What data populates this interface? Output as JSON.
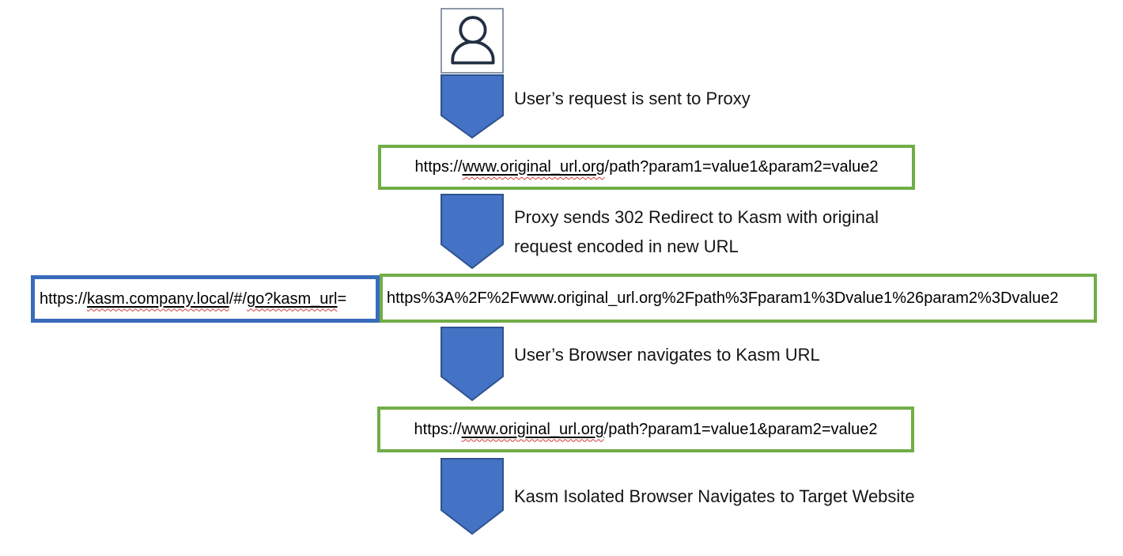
{
  "colors": {
    "arrow_fill": "#4472C4",
    "arrow_stroke": "#2F528F",
    "green_border": "#70AD47",
    "blue_border": "#3A6BBB",
    "icon_stroke": "#223043",
    "icon_box_border": "#8C99A9",
    "spellcheck_red": "#D43B3B",
    "text": "#141414"
  },
  "icons": {
    "user": "user-person-icon"
  },
  "steps": [
    {
      "label": "User’s request is sent to Proxy"
    },
    {
      "line1": "Proxy sends 302 Redirect to Kasm with original",
      "line2": "request encoded in new URL"
    },
    {
      "label": "User’s Browser navigates to Kasm URL"
    },
    {
      "label": "Kasm Isolated Browser Navigates to Target Website"
    }
  ],
  "boxes": {
    "original_url_1": {
      "full_text": "https://www.original_url.org/path?param1=value1&param2=value2",
      "segments": [
        {
          "text": "https://",
          "style": "plain"
        },
        {
          "text": "www.original_url.org",
          "style": "underline-misspelled"
        },
        {
          "text": "/path?param1=value1&param2=value2",
          "style": "plain"
        }
      ]
    },
    "kasm_prefix": {
      "full_text": "https://kasm.company.local/#/go?kasm_url=",
      "segments": [
        {
          "text": "https://",
          "style": "plain"
        },
        {
          "text": "kasm.company.local",
          "style": "underline-misspelled"
        },
        {
          "text": "/#/",
          "style": "plain"
        },
        {
          "text": "go?kasm_url",
          "style": "underline-misspelled"
        },
        {
          "text": "=",
          "style": "plain"
        }
      ]
    },
    "encoded_url": {
      "full_text": "https%3A%2F%2Fwww.original_url.org%2Fpath%3Fparam1%3Dvalue1%26param2%3Dvalue2",
      "segments": [
        {
          "text": "https%3A%2F%2Fwww.original_url.org%2Fpath%3Fparam1%3Dvalue1%26param2%3Dvalue2",
          "style": "plain"
        }
      ]
    },
    "original_url_2": {
      "full_text": "https://www.original_url.org/path?param1=value1&param2=value2",
      "segments": [
        {
          "text": "https://",
          "style": "plain"
        },
        {
          "text": "www.original_url.org",
          "style": "underline-misspelled"
        },
        {
          "text": "/path?param1=value1&param2=value2",
          "style": "plain"
        }
      ]
    }
  }
}
